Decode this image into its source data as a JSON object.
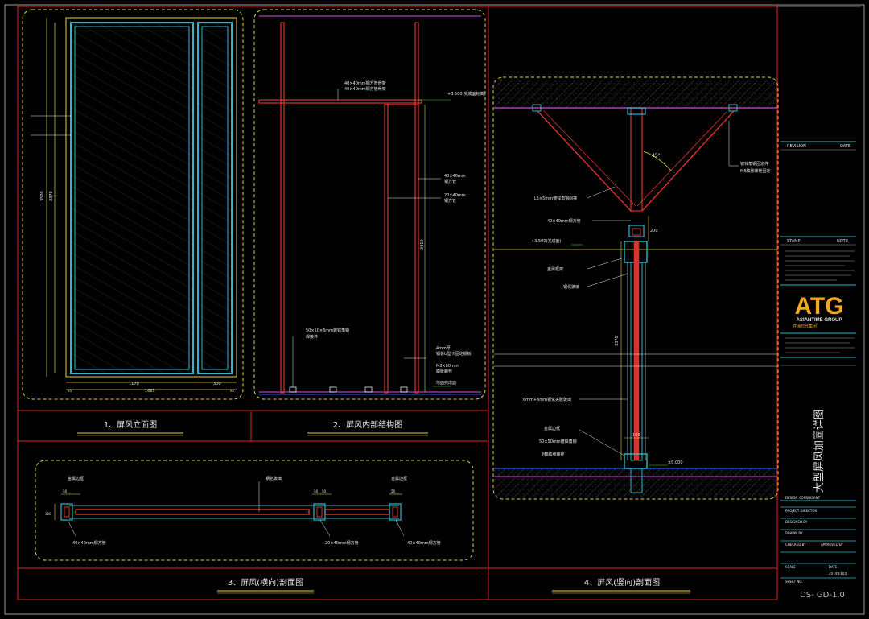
{
  "titles": {
    "view1": "1、屏风立面图",
    "view2": "2、屏风内部结构图",
    "view3": "3、屏风(横向)剖面图",
    "view4": "4、屏风(竖向)剖面图"
  },
  "view1_dims": {
    "overall_height_outer": "3500",
    "overall_height_inner": "3370",
    "panel_width": "1170",
    "gap_width": "300",
    "total_width": "1665",
    "side_left": "95",
    "side_right": "95"
  },
  "view2_notes": {
    "top_beam": "40×40mm钢方管骨架",
    "top_beam_sub": "40×40mm钢方管骨架",
    "level_tag": "+3.500(完成面标高)",
    "vertical_tube": "40×40mm",
    "vertical_tube_sub": "钢方管",
    "mid_tube": "20×40mm",
    "mid_tube_sub": "钢方管",
    "height_dim": "3410",
    "base_plate": "50×50×6mm镀锌角钢",
    "base_plate_sub": "焊接件",
    "anchor_1": "4mm厚",
    "anchor_1_sub": "钢板U型卡固定钢板",
    "bolt": "M8×80mm",
    "bolt_sub": "膨胀螺栓",
    "floor_note": "地面完成面"
  },
  "view3_notes": {
    "left_top": "金属边框",
    "middle_top": "钢化玻璃",
    "right_top": "金属边框",
    "dim_left": "50",
    "dim_mid_a": "50",
    "dim_mid_b": "50",
    "dim_right": "50",
    "height": "100",
    "bottom_left": "40×40mm钢方管",
    "bottom_mid": "20×40mm钢方管",
    "bottom_right": "40×40mm钢方管"
  },
  "view4_notes": {
    "angle": "45°",
    "ceiling_anchor": "镀锌角钢固定件",
    "ceiling_anchor_sub": "M8膨胀螺栓固定",
    "diag_brace": "L5×5mm镀锌角钢斜撑",
    "top_tube": "40×40mm钢方管",
    "dim_200": "200",
    "level": "+3.500(完成面)",
    "frame_a": "金属框架",
    "frame_b": "钢化玻璃",
    "height": "3370",
    "glass_note": "6mm+6mm钢化夹胶玻璃",
    "base_a": "金属边框",
    "base_b": "50×50mm镀锌角钢",
    "base_c": "M8膨胀螺栓",
    "dim_100": "100",
    "floor_level": "±0.000"
  },
  "title_block": {
    "rev_header_left": "REVISION",
    "rev_header_right": "DATE",
    "stamp_header_left": "STAMP",
    "stamp_header_right": "NOTE",
    "logo": "ATG",
    "logo_sub": "ASIANTIME GROUP",
    "logo_tag": "亚洲时代集团",
    "drawing_title": "大型屏风加固详图",
    "project_label": "DESIGN CONSULTANT",
    "project_director": "PROJECT DIRECTOR",
    "designed_by": "DESIGNED BY",
    "drawn_by": "DRAWN BY",
    "checked_by": "CHECKED BY",
    "approved_by": "APPROVED BY",
    "scale_label": "SCALE",
    "date_label": "DATE",
    "date_value": "2014年10月",
    "sheet_label": "SHEET NO.",
    "drawing_no": "DS- GD-1.0"
  },
  "colors": {
    "background": "#000000",
    "frame_red": "#e0201e",
    "panel_yellow": "#e6d23c",
    "glass_cyan": "#2fb6c9",
    "steel_red": "#d9342b",
    "slab_magenta": "#b53ab8",
    "floor_blue": "#2f58e8",
    "dim_green": "#3fd23f",
    "text_white": "#e8e8e8",
    "logo_orange": "#f3a91f"
  }
}
